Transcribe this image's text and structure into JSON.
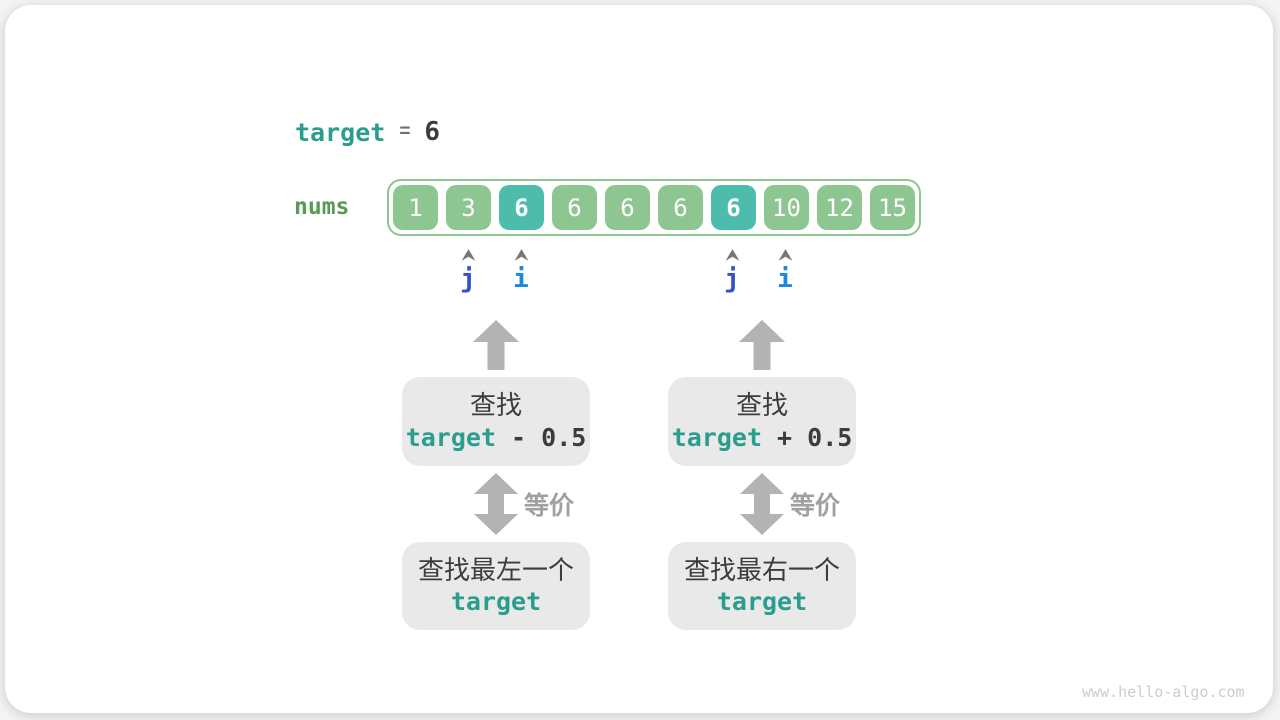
{
  "figure": {
    "watermark": "www.hello-algo.com",
    "assignment": {
      "variable": "target",
      "operator": "=",
      "value": "6"
    },
    "array": {
      "label": "nums",
      "cells": [
        {
          "value": "1",
          "highlight": false
        },
        {
          "value": "3",
          "highlight": false
        },
        {
          "value": "6",
          "highlight": true
        },
        {
          "value": "6",
          "highlight": false
        },
        {
          "value": "6",
          "highlight": false
        },
        {
          "value": "6",
          "highlight": false
        },
        {
          "value": "6",
          "highlight": true
        },
        {
          "value": "10",
          "highlight": false
        },
        {
          "value": "12",
          "highlight": false
        },
        {
          "value": "15",
          "highlight": false
        }
      ]
    },
    "pointers": [
      {
        "label": "j",
        "cell_index": 1
      },
      {
        "label": "i",
        "cell_index": 2
      },
      {
        "label": "j",
        "cell_index": 6
      },
      {
        "label": "i",
        "cell_index": 7
      }
    ],
    "columns": [
      {
        "top_box": {
          "line1": "查找",
          "code_var": "target",
          "code_rest": " - 0.5"
        },
        "equivalence_label": "等价",
        "bottom_box": {
          "line1": "查找最左一个",
          "code_var": "target"
        }
      },
      {
        "top_box": {
          "line1": "查找",
          "code_var": "target",
          "code_rest": " + 0.5"
        },
        "equivalence_label": "等价",
        "bottom_box": {
          "line1": "查找最右一个",
          "code_var": "target"
        }
      }
    ],
    "colors": {
      "teal_text": "#2a9d8f",
      "cell_green": "#8ec692",
      "cell_teal": "#4dbcac",
      "label_green": "#569a56",
      "pointer_j_blue": "#3351cc",
      "pointer_i_blue": "#1d88dd",
      "box_gray": "#e9e9e9",
      "arrow_gray": "#b3b3b3"
    }
  }
}
